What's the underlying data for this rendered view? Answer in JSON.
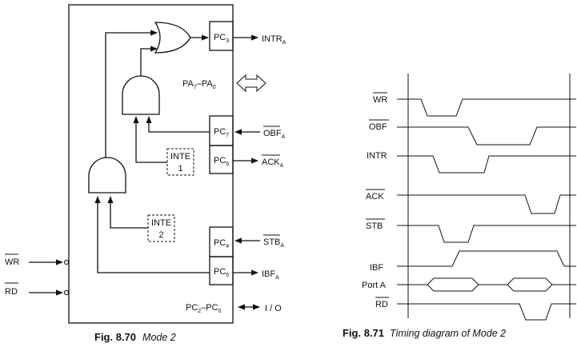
{
  "figure_8_70": {
    "caption_number": "Fig. 8.70",
    "caption_title": "Mode 2",
    "ports": {
      "pc3": "PC",
      "pc3_sub": "3",
      "pc7": "PC",
      "pc7_sub": "7",
      "pc6": "PC",
      "pc6_sub": "6",
      "pc4": "PC",
      "pc4_sub": "4",
      "pc5": "PC",
      "pc5_sub": "5"
    },
    "signals": {
      "intr": "INTR",
      "intr_sub": "A",
      "pa": "PA",
      "pa_sub1": "7",
      "pa_dash": "–PA",
      "pa_sub2": "0",
      "obf": "OBF",
      "obf_sub": "A",
      "ack": "ACK",
      "ack_sub": "A",
      "stb": "STB",
      "stb_sub": "A",
      "ibf": "IBF",
      "ibf_sub": "A",
      "pc2": "PC",
      "pc2_sub1": "2",
      "pc2_dash": "–PC",
      "pc2_sub2": "0",
      "io": "I / O",
      "wr": "WR",
      "rd": "RD"
    },
    "inte1": {
      "line1": "INTE",
      "line2": "1"
    },
    "inte2": {
      "line1": "INTE",
      "line2": "2"
    }
  },
  "figure_8_71": {
    "caption_number": "Fig. 8.71",
    "caption_title": "Timing diagram of Mode 2",
    "rows": {
      "wr": "WR",
      "obf": "OBF",
      "intr": "INTR",
      "ack": "ACK",
      "stb": "STB",
      "ibf": "IBF",
      "porta": "Port A",
      "rd": "RD"
    }
  }
}
